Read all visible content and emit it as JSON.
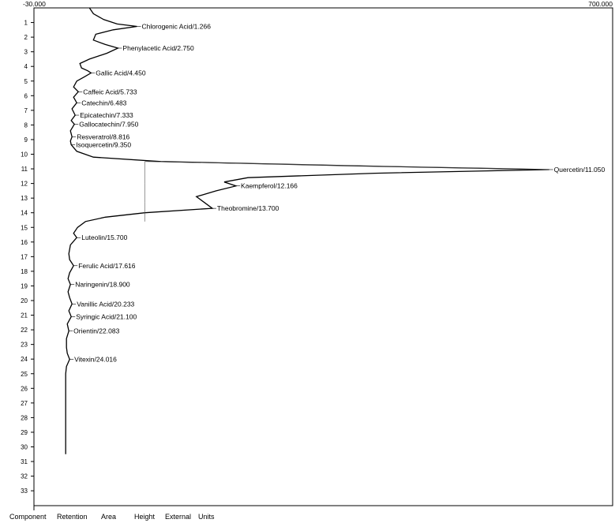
{
  "chart_data": {
    "type": "line",
    "orientation": "vertical-time-axis",
    "x_range_labels": [
      "-30.000",
      "700.000"
    ],
    "xlim": [
      -30,
      700
    ],
    "ylim": [
      0,
      34
    ],
    "y_ticks": [
      1,
      2,
      3,
      4,
      5,
      6,
      7,
      8,
      9,
      10,
      11,
      12,
      13,
      14,
      15,
      16,
      17,
      18,
      19,
      20,
      21,
      22,
      23,
      24,
      25,
      26,
      27,
      28,
      29,
      30,
      31,
      32,
      33
    ],
    "trace": [
      [
        0.0,
        40
      ],
      [
        0.4,
        45
      ],
      [
        0.8,
        58
      ],
      [
        1.1,
        75
      ],
      [
        1.266,
        100
      ],
      [
        1.5,
        70
      ],
      [
        1.8,
        48
      ],
      [
        2.2,
        45
      ],
      [
        2.5,
        60
      ],
      [
        2.75,
        76
      ],
      [
        3.1,
        62
      ],
      [
        3.5,
        40
      ],
      [
        3.8,
        28
      ],
      [
        4.1,
        30
      ],
      [
        4.3,
        38
      ],
      [
        4.45,
        42
      ],
      [
        4.7,
        34
      ],
      [
        5.0,
        24
      ],
      [
        5.4,
        20
      ],
      [
        5.733,
        26
      ],
      [
        6.1,
        20
      ],
      [
        6.483,
        24
      ],
      [
        6.9,
        18
      ],
      [
        7.333,
        22
      ],
      [
        7.7,
        17
      ],
      [
        7.95,
        21
      ],
      [
        8.4,
        16
      ],
      [
        8.816,
        18
      ],
      [
        9.1,
        16
      ],
      [
        9.35,
        17
      ],
      [
        9.8,
        24
      ],
      [
        10.2,
        45
      ],
      [
        10.5,
        130
      ],
      [
        10.8,
        380
      ],
      [
        11.05,
        620
      ],
      [
        11.3,
        400
      ],
      [
        11.6,
        240
      ],
      [
        11.9,
        210
      ],
      [
        12.166,
        225
      ],
      [
        12.5,
        200
      ],
      [
        12.9,
        175
      ],
      [
        13.3,
        185
      ],
      [
        13.7,
        195
      ],
      [
        14.0,
        110
      ],
      [
        14.3,
        60
      ],
      [
        14.6,
        35
      ],
      [
        15.0,
        25
      ],
      [
        15.4,
        20
      ],
      [
        15.7,
        24
      ],
      [
        16.2,
        16
      ],
      [
        16.8,
        14
      ],
      [
        17.2,
        15
      ],
      [
        17.616,
        20
      ],
      [
        18.1,
        15
      ],
      [
        18.5,
        13
      ],
      [
        18.9,
        16
      ],
      [
        19.4,
        13
      ],
      [
        19.8,
        15
      ],
      [
        20.233,
        18
      ],
      [
        20.7,
        14
      ],
      [
        21.1,
        17
      ],
      [
        21.6,
        12
      ],
      [
        22.083,
        14
      ],
      [
        22.6,
        11
      ],
      [
        23.2,
        11
      ],
      [
        23.6,
        12
      ],
      [
        24.016,
        15
      ],
      [
        24.5,
        11
      ],
      [
        25.0,
        10
      ],
      [
        26.0,
        10
      ],
      [
        27.0,
        10
      ],
      [
        28.0,
        10
      ],
      [
        29.0,
        10
      ],
      [
        30.0,
        10
      ],
      [
        30.5,
        10
      ]
    ],
    "peaks": [
      {
        "label": "Chlorogenic Acid/1.266",
        "rt": 1.266,
        "value": 100
      },
      {
        "label": "Phenylacetic Acid/2.750",
        "rt": 2.75,
        "value": 76
      },
      {
        "label": "Gallic Acid/4.450",
        "rt": 4.45,
        "value": 42
      },
      {
        "label": "Caffeic Acid/5.733",
        "rt": 5.733,
        "value": 26
      },
      {
        "label": "Catechin/6.483",
        "rt": 6.483,
        "value": 24
      },
      {
        "label": "Epicatechin/7.333",
        "rt": 7.333,
        "value": 22
      },
      {
        "label": "Gallocatechin/7.950",
        "rt": 7.95,
        "value": 21
      },
      {
        "label": "Resveratrol/8.816",
        "rt": 8.816,
        "value": 18
      },
      {
        "label": "Isoquercetin/9.350",
        "rt": 9.35,
        "value": 17
      },
      {
        "label": "Quercetin/11.050",
        "rt": 11.05,
        "value": 620
      },
      {
        "label": "Kaempferol/12.166",
        "rt": 12.166,
        "value": 225
      },
      {
        "label": "Theobromine/13.700",
        "rt": 13.7,
        "value": 195
      },
      {
        "label": "Luteolin/15.700",
        "rt": 15.7,
        "value": 24
      },
      {
        "label": "Ferulic Acid/17.616",
        "rt": 17.616,
        "value": 20
      },
      {
        "label": "Naringenin/18.900",
        "rt": 18.9,
        "value": 16
      },
      {
        "label": "Vanillic Acid/20.233",
        "rt": 20.233,
        "value": 18
      },
      {
        "label": "Syringic Acid/21.100",
        "rt": 21.1,
        "value": 17
      },
      {
        "label": "Orientin/22.083",
        "rt": 22.083,
        "value": 14
      },
      {
        "label": "Vitexin/24.016",
        "rt": 24.016,
        "value": 15
      }
    ],
    "grid": false,
    "legend": "none"
  },
  "footer": {
    "columns": [
      "Component",
      "Retention",
      "Area",
      "Height",
      "External",
      "Units"
    ]
  }
}
